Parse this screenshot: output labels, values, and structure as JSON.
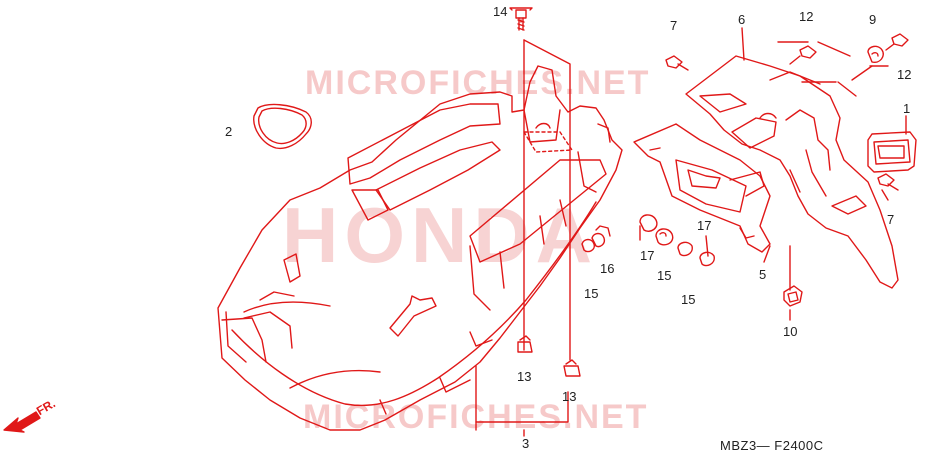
{
  "watermarks": {
    "site_top": "MICROFICHES.NET",
    "site_bottom": "MICROFICHES.NET",
    "brand": "HONDA"
  },
  "diagram_code": "MBZ3— F2400C",
  "direction_label": "FR.",
  "callouts": [
    {
      "id": "c14",
      "text": "14"
    },
    {
      "id": "c2",
      "text": "2"
    },
    {
      "id": "c7a",
      "text": "7"
    },
    {
      "id": "c6",
      "text": "6"
    },
    {
      "id": "c12a",
      "text": "12"
    },
    {
      "id": "c9",
      "text": "9"
    },
    {
      "id": "c12b",
      "text": "12"
    },
    {
      "id": "c1",
      "text": "1"
    },
    {
      "id": "c7b",
      "text": "7"
    },
    {
      "id": "c17a",
      "text": "17"
    },
    {
      "id": "c17b",
      "text": "17"
    },
    {
      "id": "c15a",
      "text": "15"
    },
    {
      "id": "c16",
      "text": "16"
    },
    {
      "id": "c15b",
      "text": "15"
    },
    {
      "id": "c15c",
      "text": "15"
    },
    {
      "id": "c5",
      "text": "5"
    },
    {
      "id": "c10",
      "text": "10"
    },
    {
      "id": "c13a",
      "text": "13"
    },
    {
      "id": "c13b",
      "text": "13"
    },
    {
      "id": "c3",
      "text": "3"
    }
  ],
  "colors": {
    "line": "#e01818",
    "watermark": "#f6c9c9",
    "text": "#222222"
  }
}
